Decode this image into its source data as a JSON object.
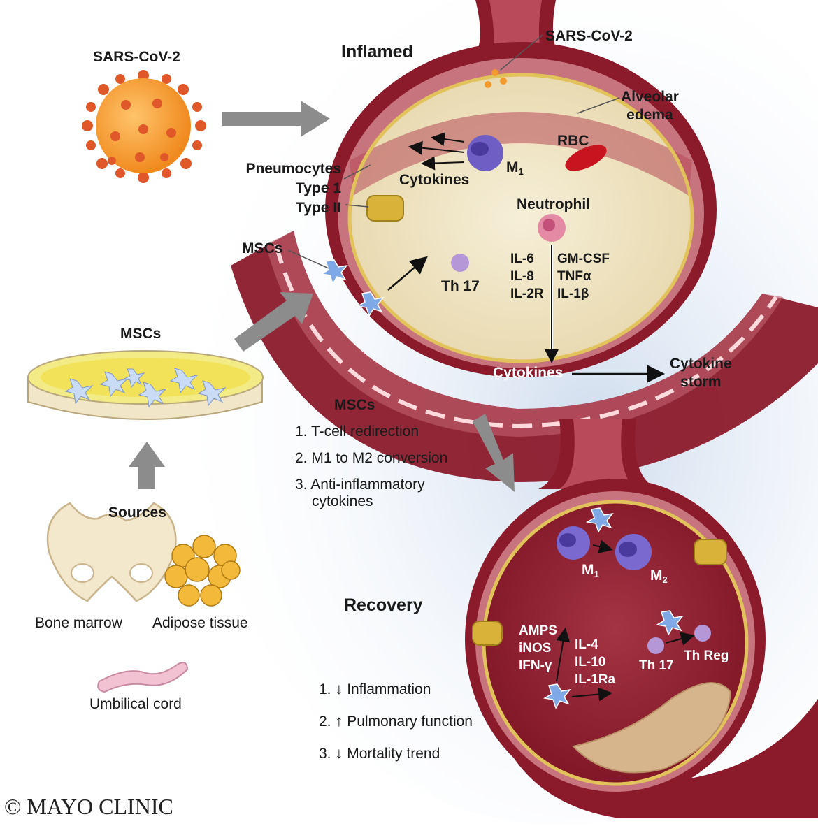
{
  "sars_left": "SARS-CoV-2",
  "sars_top": "SARS-CoV-2",
  "inflamed": "Inflamed",
  "alveolar_edema": [
    "Alveolar",
    "edema"
  ],
  "rbc": "RBC",
  "pneumocytes": [
    "Pneumocytes",
    "Type 1",
    "Type II"
  ],
  "cytokines_inner": "Cytokines",
  "m1": {
    "letter": "M",
    "sub": "1"
  },
  "neutrophil": "Neutrophil",
  "msc_vessel": "MSCs",
  "th17_inflamed": "Th 17",
  "cytokine_left": [
    "IL-6",
    "IL-8",
    "IL-2R"
  ],
  "cytokine_right": [
    "GM-CSF",
    "TNFα",
    "IL-1β"
  ],
  "cytokines_vessel": "Cytokines",
  "cytokine_storm": [
    "Cytokine",
    "storm"
  ],
  "msc_dish": "MSCs",
  "msc_actions": {
    "title": "MSCs",
    "items": [
      "1. T-cell redirection",
      "2. M1 to M2 conversion",
      "3. Anti-inflammatory",
      "cytokines"
    ]
  },
  "sources": {
    "title": "Sources",
    "bone_marrow": "Bone marrow",
    "adipose": "Adipose tissue",
    "umbilical": "Umbilical cord"
  },
  "recovery": "Recovery",
  "m1_rec": {
    "letter": "M",
    "sub": "1"
  },
  "m2_rec": {
    "letter": "M",
    "sub": "2"
  },
  "rec_left": [
    "AMPS",
    "iNOS",
    "IFN-γ"
  ],
  "rec_right": [
    "IL-4",
    "IL-10",
    "IL-1Ra"
  ],
  "th17_rec": "Th 17",
  "threg": "Th Reg",
  "outcomes": {
    "items": [
      {
        "num": "1.",
        "arrow": "↓",
        "text": "Inflammation"
      },
      {
        "num": "2.",
        "arrow": "↑",
        "text": "Pulmonary function"
      },
      {
        "num": "3.",
        "arrow": "↓",
        "text": "Mortality trend"
      }
    ]
  },
  "copyright": "© MAYO CLINIC",
  "colors": {
    "vessel": "#8b1a2b",
    "vessel_light": "#b84a5a",
    "edema": "#efe4c4",
    "virus": "#f29a2e",
    "virus_spike": "#d9562a",
    "macrophage": "#6f5fc4",
    "arrow_gray": "#8c8c8c",
    "background_glow": "#dbe6f3"
  }
}
